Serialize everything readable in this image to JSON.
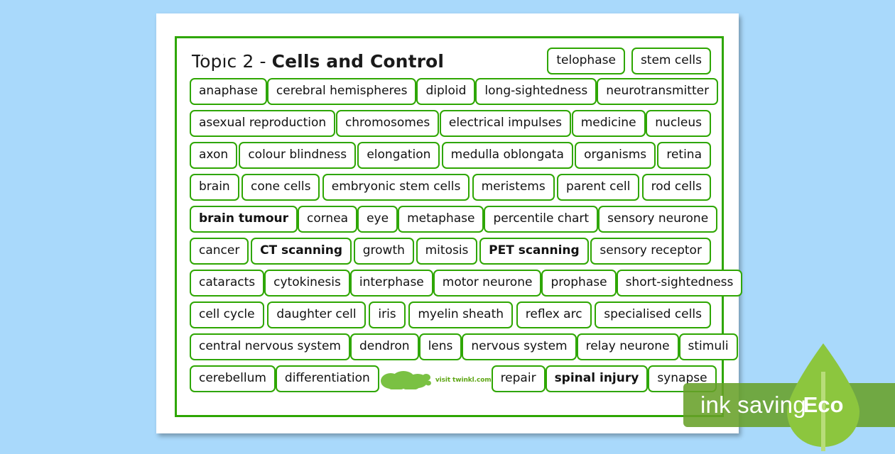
{
  "background_color": "#a9d9fb",
  "accent_green": "#2ea601",
  "title": {
    "prefix": "Topic 2 - ",
    "subject": "Cells and Control"
  },
  "title_row_words": [
    {
      "text": "telophase",
      "bold": false
    },
    {
      "text": "stem cells",
      "bold": false
    }
  ],
  "rows": [
    {
      "words": [
        {
          "text": "anaphase",
          "bold": false
        },
        {
          "text": "cerebral hemispheres",
          "bold": false
        },
        {
          "text": "diploid",
          "bold": false
        },
        {
          "text": "long-sightedness",
          "bold": false
        },
        {
          "text": "neurotransmitter",
          "bold": false
        }
      ]
    },
    {
      "words": [
        {
          "text": "asexual reproduction",
          "bold": false
        },
        {
          "text": "chromosomes",
          "bold": false
        },
        {
          "text": "electrical impulses",
          "bold": false
        },
        {
          "text": "medicine",
          "bold": false
        },
        {
          "text": "nucleus",
          "bold": false
        }
      ]
    },
    {
      "words": [
        {
          "text": "axon",
          "bold": false
        },
        {
          "text": "colour blindness",
          "bold": false
        },
        {
          "text": "elongation",
          "bold": false
        },
        {
          "text": "medulla oblongata",
          "bold": false
        },
        {
          "text": "organisms",
          "bold": false
        },
        {
          "text": "retina",
          "bold": false
        }
      ]
    },
    {
      "words": [
        {
          "text": "brain",
          "bold": false
        },
        {
          "text": "cone cells",
          "bold": false
        },
        {
          "text": "embryonic stem cells",
          "bold": false
        },
        {
          "text": "meristems",
          "bold": false
        },
        {
          "text": "parent cell",
          "bold": false
        },
        {
          "text": "rod cells",
          "bold": false
        }
      ]
    },
    {
      "words": [
        {
          "text": "brain tumour",
          "bold": true
        },
        {
          "text": "cornea",
          "bold": false
        },
        {
          "text": "eye",
          "bold": false
        },
        {
          "text": "metaphase",
          "bold": false
        },
        {
          "text": "percentile chart",
          "bold": false
        },
        {
          "text": "sensory neurone",
          "bold": false
        }
      ]
    },
    {
      "words": [
        {
          "text": "cancer",
          "bold": false
        },
        {
          "text": "CT scanning",
          "bold": true
        },
        {
          "text": "growth",
          "bold": false
        },
        {
          "text": "mitosis",
          "bold": false
        },
        {
          "text": "PET scanning",
          "bold": true
        },
        {
          "text": "sensory receptor",
          "bold": false
        }
      ]
    },
    {
      "words": [
        {
          "text": "cataracts",
          "bold": false
        },
        {
          "text": "cytokinesis",
          "bold": false
        },
        {
          "text": "interphase",
          "bold": false
        },
        {
          "text": "motor neurone",
          "bold": false
        },
        {
          "text": "prophase",
          "bold": false
        },
        {
          "text": "short-sightedness",
          "bold": false
        }
      ]
    },
    {
      "words": [
        {
          "text": "cell cycle",
          "bold": false
        },
        {
          "text": "daughter cell",
          "bold": false
        },
        {
          "text": "iris",
          "bold": false
        },
        {
          "text": "myelin sheath",
          "bold": false
        },
        {
          "text": "reflex arc",
          "bold": false
        },
        {
          "text": "specialised cells",
          "bold": false
        }
      ]
    },
    {
      "words": [
        {
          "text": "central nervous system",
          "bold": false
        },
        {
          "text": "dendron",
          "bold": false
        },
        {
          "text": "lens",
          "bold": false
        },
        {
          "text": "nervous system",
          "bold": false
        },
        {
          "text": "relay neurone",
          "bold": false
        },
        {
          "text": "stimuli",
          "bold": false
        }
      ]
    }
  ],
  "last_row": {
    "left_words": [
      {
        "text": "cerebellum",
        "bold": false
      },
      {
        "text": "differentiation",
        "bold": false
      }
    ],
    "right_words": [
      {
        "text": "repair",
        "bold": false
      },
      {
        "text": "spinal injury",
        "bold": true
      },
      {
        "text": "synapse",
        "bold": false
      }
    ]
  },
  "logo": {
    "name": "twinkl",
    "tagline": "visit twinkl.com",
    "cloud_color": "#7ac143"
  },
  "watermark": {
    "band_label": "ink saving",
    "leaf_label": "Eco",
    "band_color": "#68a029",
    "leaf_color": "#8cc63e"
  }
}
